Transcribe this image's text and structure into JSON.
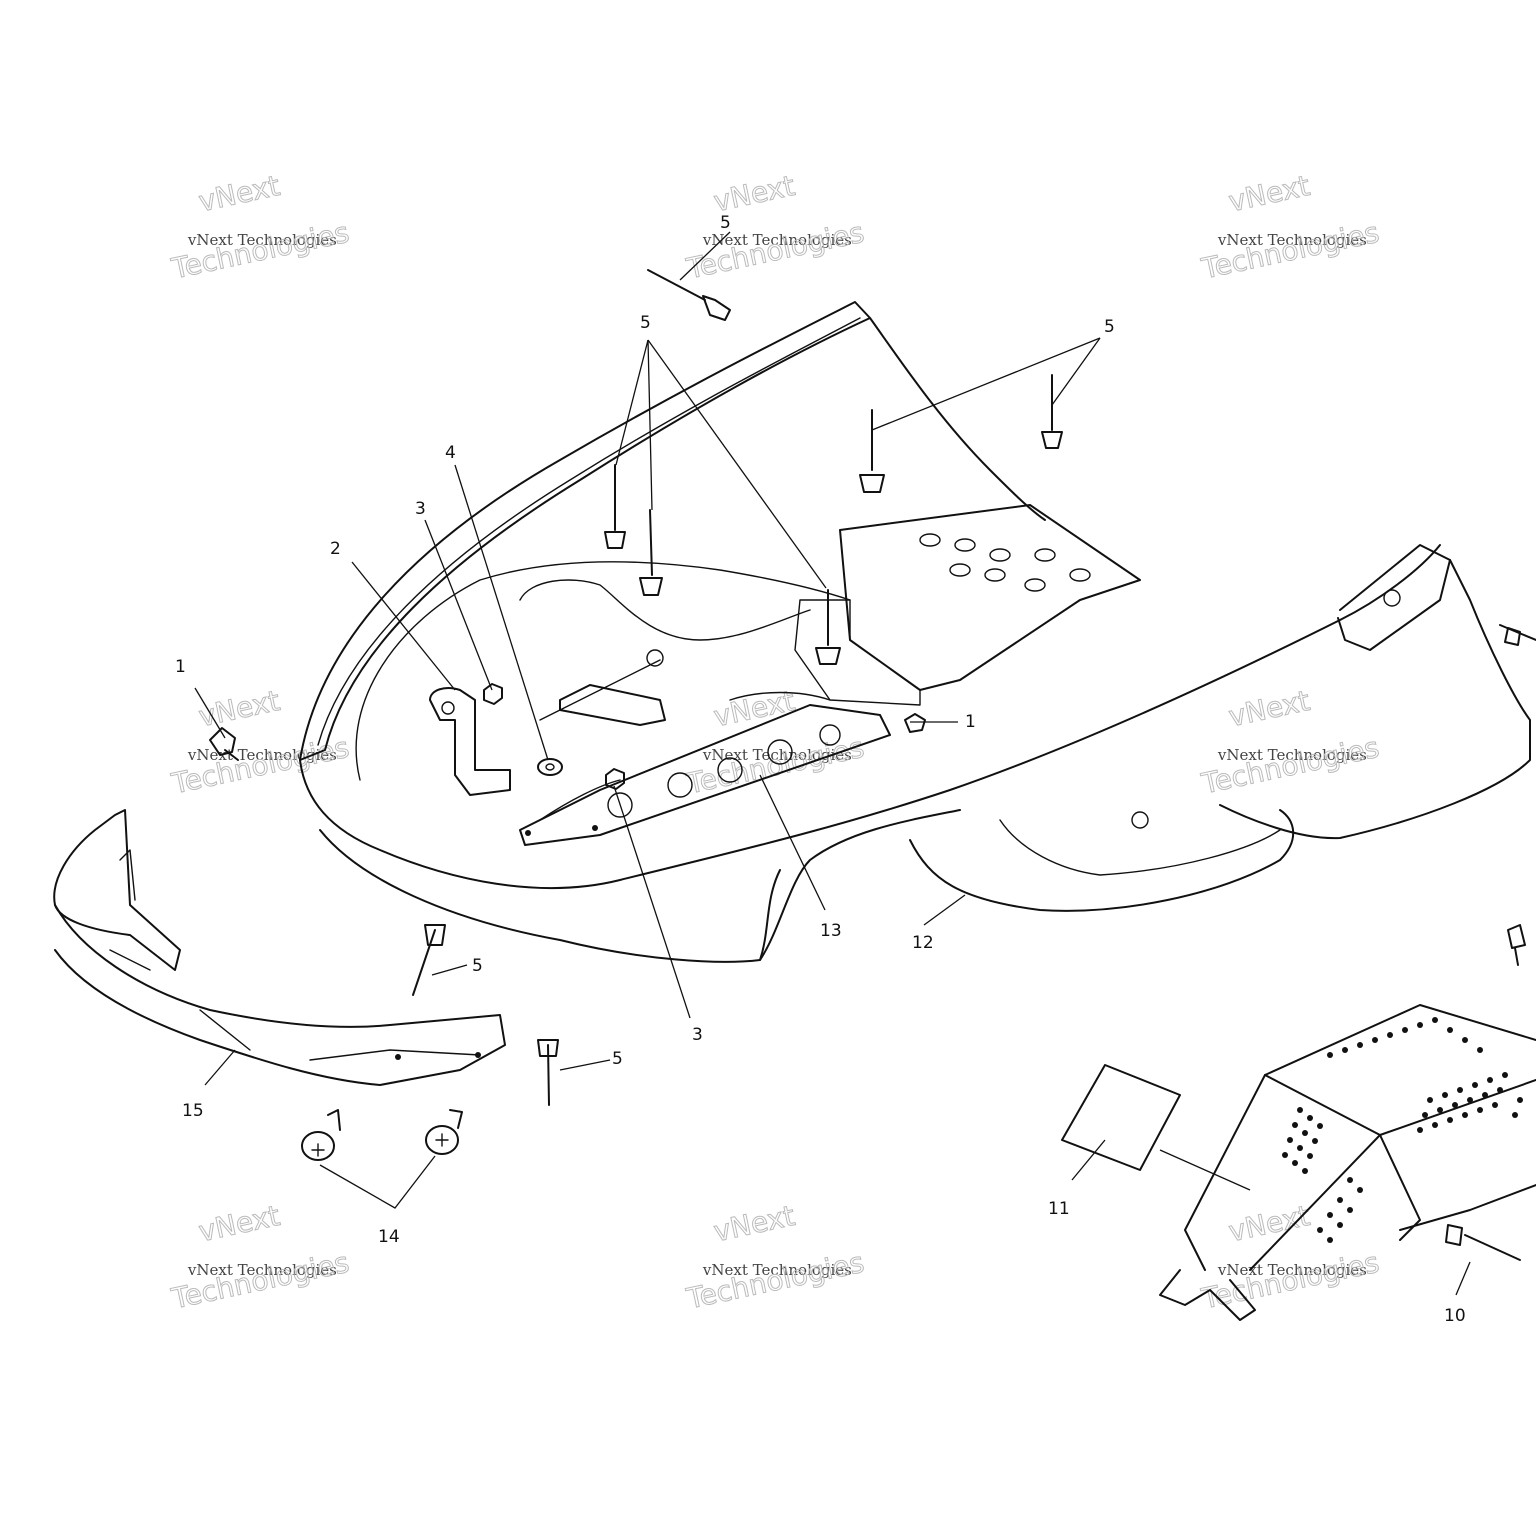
{
  "watermark": {
    "line1": "vNext",
    "line2": "vNext Technologies",
    "line3": "Technologies"
  },
  "callouts": [
    {
      "id": "c1a",
      "label": "1"
    },
    {
      "id": "c1b",
      "label": "1"
    },
    {
      "id": "c2",
      "label": "2"
    },
    {
      "id": "c3a",
      "label": "3"
    },
    {
      "id": "c3b",
      "label": "3"
    },
    {
      "id": "c4",
      "label": "4"
    },
    {
      "id": "c5a",
      "label": "5"
    },
    {
      "id": "c5b",
      "label": "5"
    },
    {
      "id": "c5c",
      "label": "5"
    },
    {
      "id": "c5d",
      "label": "5"
    },
    {
      "id": "c5e",
      "label": "5"
    },
    {
      "id": "c10",
      "label": "10"
    },
    {
      "id": "c11",
      "label": "11"
    },
    {
      "id": "c12",
      "label": "12"
    },
    {
      "id": "c13",
      "label": "13"
    },
    {
      "id": "c14",
      "label": "14"
    },
    {
      "id": "c15",
      "label": "15"
    }
  ]
}
